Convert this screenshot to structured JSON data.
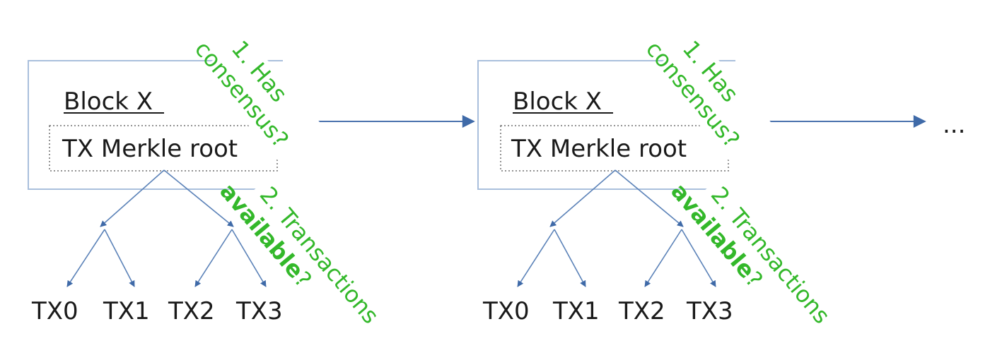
{
  "colors": {
    "question_text": "#33b82a",
    "edge": "#4a72ad",
    "block_border": "#a9bfdc",
    "text": "#1a1a1a"
  },
  "blocks": [
    {
      "title": "Block X",
      "merkle_root": "TX Merkle root",
      "transactions": [
        "TX0",
        "TX1",
        "TX2",
        "TX3"
      ],
      "question1": {
        "line1": "1. Has",
        "line2": "consensus?"
      },
      "question2": {
        "line1": "2. Transactions",
        "bold": "available",
        "suffix": "?"
      }
    },
    {
      "title": "Block X",
      "merkle_root": "TX Merkle root",
      "transactions": [
        "TX0",
        "TX1",
        "TX2",
        "TX3"
      ],
      "question1": {
        "line1": "1. Has",
        "line2": "consensus?"
      },
      "question2": {
        "line1": "2. Transactions",
        "bold": "available",
        "suffix": "?"
      }
    }
  ],
  "continuation": "..."
}
